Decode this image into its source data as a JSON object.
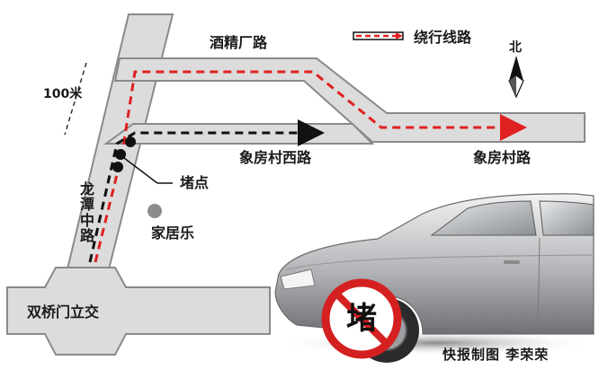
{
  "map": {
    "roads": {
      "jiujingchang": "酒精厂路",
      "xiangfangcun_xi": "象房村西路",
      "xiangfangcun": "象房村路",
      "longtan_zhong": "龙潭中路",
      "shuangqiaomen": "双桥门立交"
    },
    "legend": {
      "detour_label": "绕行线路"
    },
    "compass": {
      "north_label": "北"
    },
    "scale": {
      "label": "100米"
    },
    "markers": {
      "jam_point": "堵点",
      "jiajule": "家居乐"
    },
    "sign": {
      "text": "堵"
    },
    "credit": "快报制图 李荣荣",
    "colors": {
      "road_fill": "#dcdcdc",
      "road_edge": "#8a8a8a",
      "detour_red": "#e02020",
      "detour_black": "#111111",
      "sign_red": "#d42020"
    }
  }
}
